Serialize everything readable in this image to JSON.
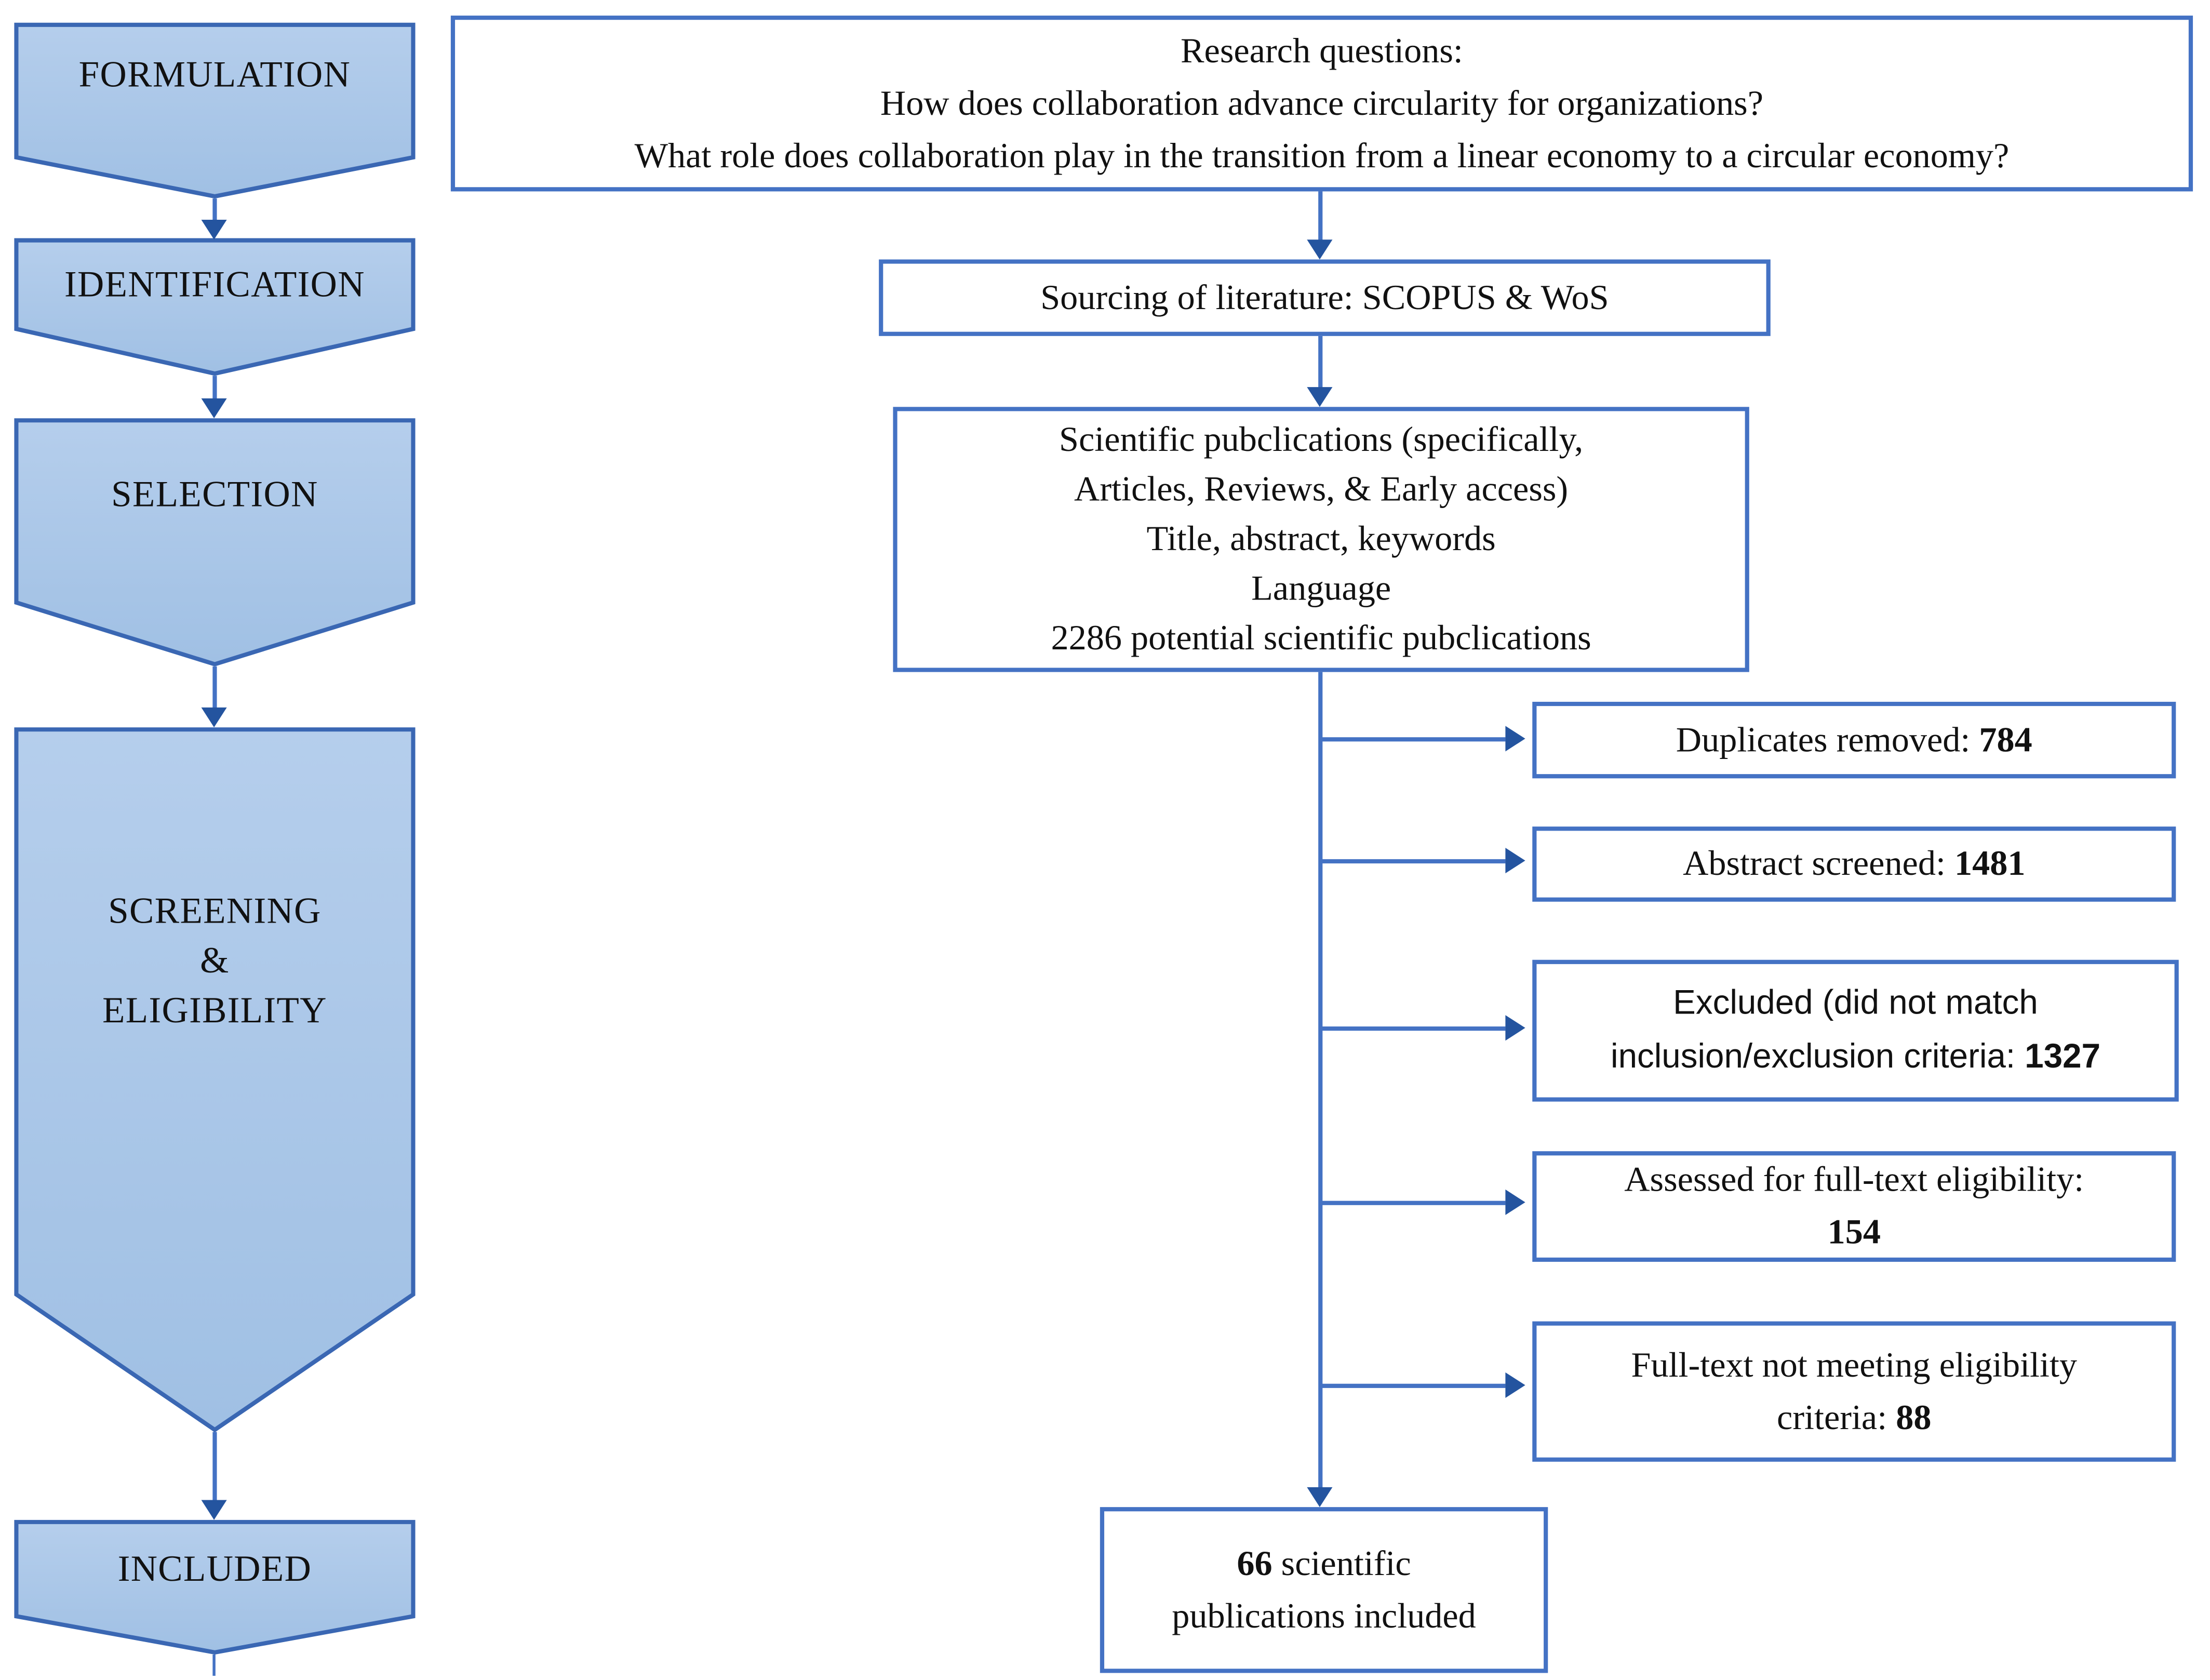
{
  "colors": {
    "accent": "#4472C4",
    "arrowhead": "#24549F",
    "chevron_border": "#3A67B3",
    "chevron_fill_top": "#B5CEEC",
    "chevron_fill_bottom": "#A0C0E4"
  },
  "stages": [
    {
      "label": "FORMULATION"
    },
    {
      "label": "IDENTIFICATION"
    },
    {
      "label": "SELECTION"
    },
    {
      "lines": [
        "SCREENING",
        "&",
        "ELIGIBILITY"
      ]
    },
    {
      "label": "INCLUDED"
    }
  ],
  "research_box": {
    "lines": [
      "Research questions:",
      "How does collaboration advance circularity for organizations?",
      "What role does collaboration play in the transition from a linear economy to a circular economy?"
    ]
  },
  "sourcing_box": {
    "text": "Sourcing of literature: SCOPUS & WoS"
  },
  "scipubs_box": {
    "lines": [
      "Scientific pubclications (specifically,",
      "Articles, Reviews, & Early access)",
      "Title, abstract, keywords",
      "Language",
      "2286 potential scientific pubclications"
    ]
  },
  "side_boxes": [
    {
      "label": "Duplicates removed: ",
      "value": "784"
    },
    {
      "label": "Abstract screened: ",
      "value": "1481"
    },
    {
      "line1": "Excluded (did not match",
      "label": "inclusion/exclusion criteria: ",
      "value": "1327"
    },
    {
      "line1": "Assessed for full-text eligibility:",
      "value": "154"
    },
    {
      "line1": "Full-text not meeting eligibility",
      "label": "criteria: ",
      "value": "88"
    }
  ],
  "final_box": {
    "value": "66",
    "label_after": " scientific",
    "line2": "publications included"
  }
}
